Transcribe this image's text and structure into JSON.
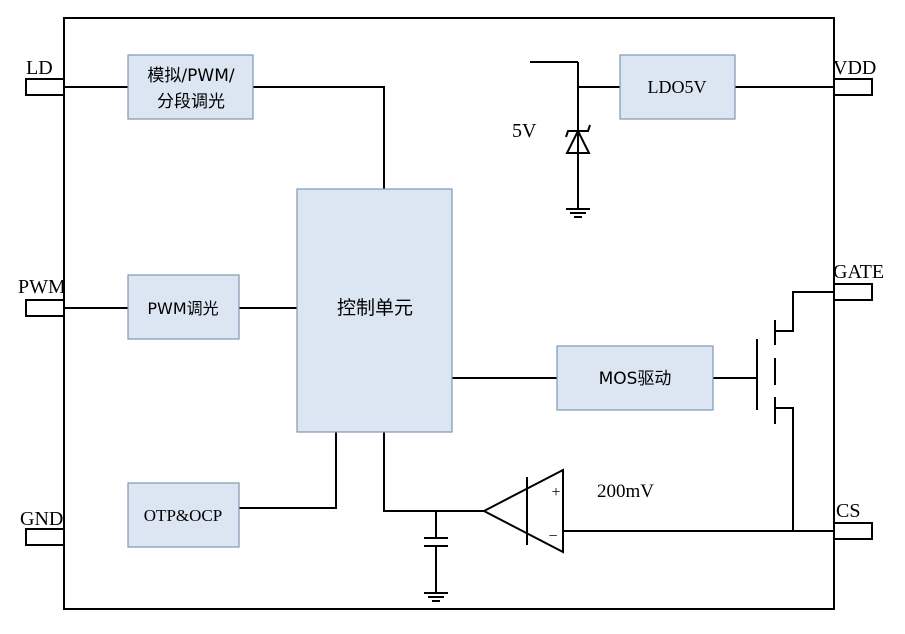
{
  "pins": {
    "ld": "LD",
    "pwm": "PWM",
    "gnd": "GND",
    "vdd": "VDD",
    "gate": "GATE",
    "cs": "CS"
  },
  "blocks": {
    "dimming_line1": "模拟/PWM/",
    "dimming_line2": "分段调光",
    "pwm_dimming": "PWM调光",
    "otp_ocp": "OTP&OCP",
    "control_unit": "控制单元",
    "mos_driver": "MOS驱动",
    "ldo": "LDO5V"
  },
  "labels": {
    "zener_voltage": "5V",
    "reference_voltage": "200mV",
    "comp_plus": "+",
    "comp_minus": "−"
  }
}
